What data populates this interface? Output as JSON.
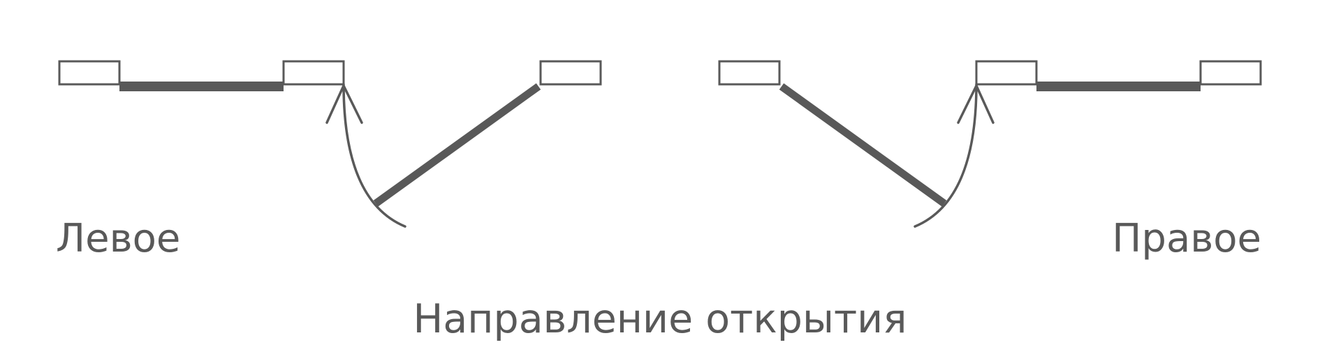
{
  "labels": {
    "left": "Левое",
    "right": "Правое",
    "caption": "Направление открытия"
  },
  "colors": {
    "stroke": "#595959",
    "text": "#595959",
    "background": "#ffffff"
  }
}
